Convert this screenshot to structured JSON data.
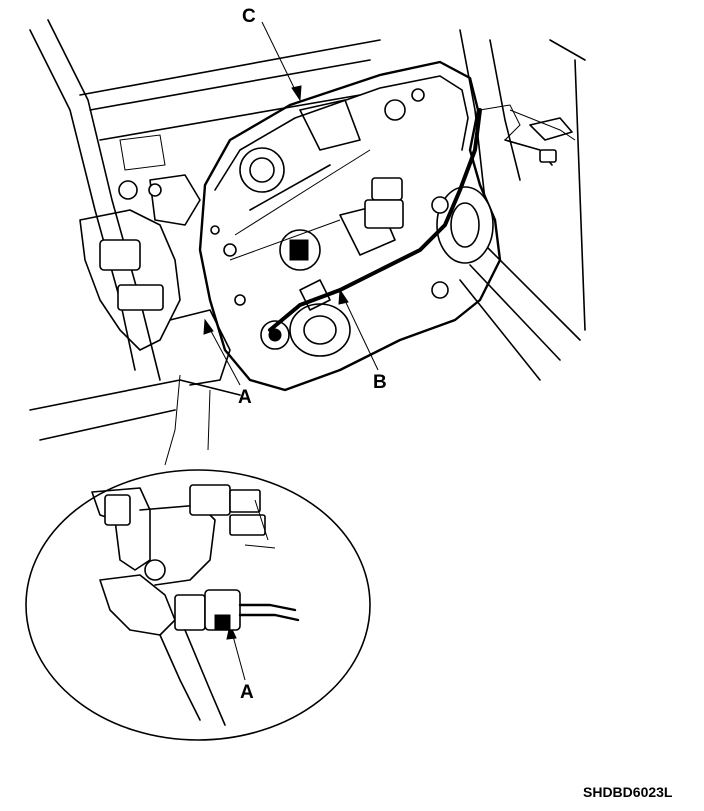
{
  "diagram": {
    "labels": {
      "panel": "C",
      "harness": "B",
      "connector_main": "A",
      "connector_detail": "A"
    },
    "image_code": "SHDBD6023L"
  }
}
